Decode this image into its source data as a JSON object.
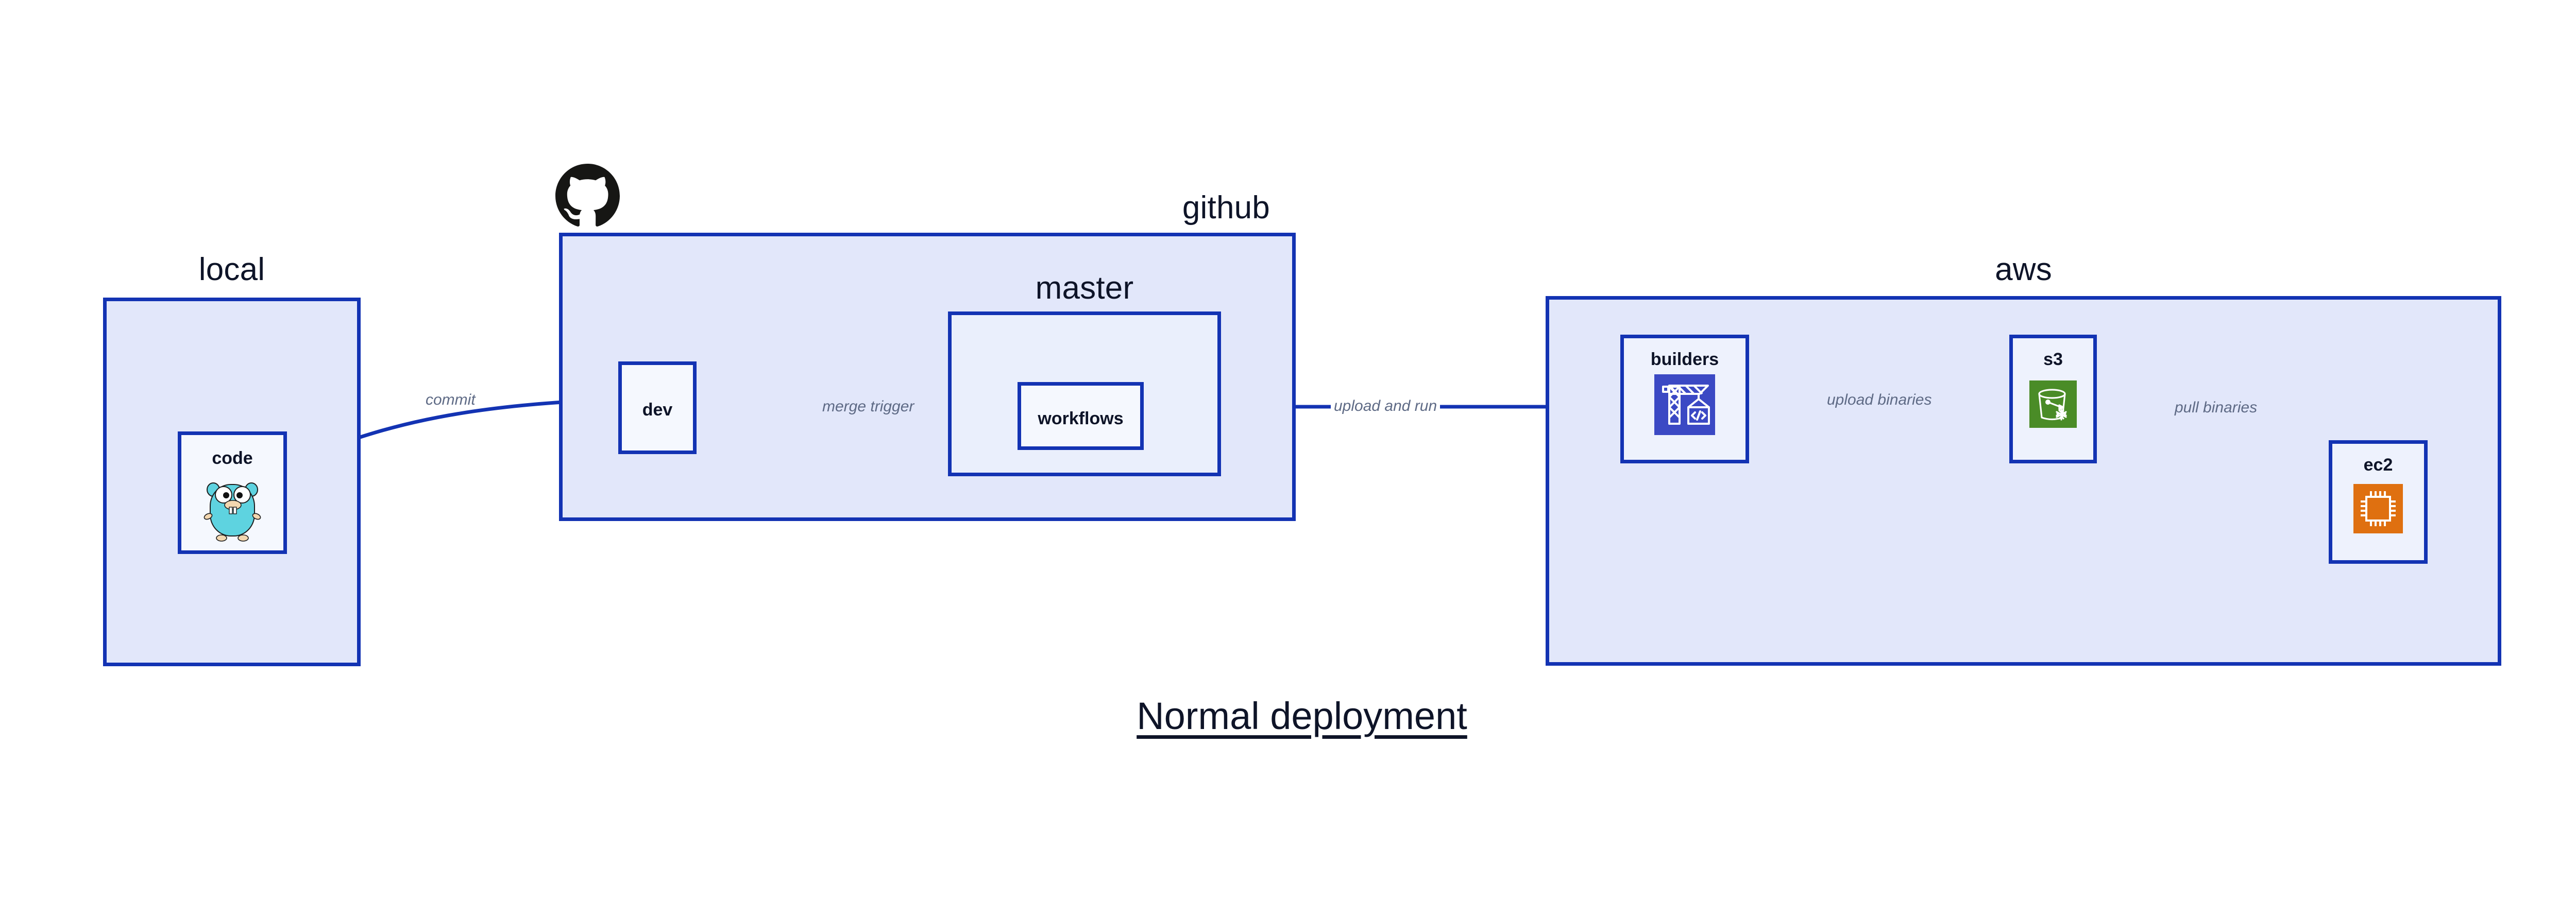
{
  "diagram": {
    "title": "Normal deployment",
    "accent_border": "#1333b3",
    "group_fill": "#e2e7fa",
    "node_fill": "#eef2fd",
    "edge_label_color": "#5e6a85",
    "text_color": "#0e1428"
  },
  "groups": [
    {
      "id": "local",
      "label": "local",
      "label_align": "center"
    },
    {
      "id": "github",
      "label": "github",
      "label_align": "right"
    },
    {
      "id": "master",
      "label": "master",
      "label_align": "center"
    },
    {
      "id": "aws",
      "label": "aws",
      "label_align": "center"
    }
  ],
  "nodes": [
    {
      "id": "code",
      "label": "code",
      "icon": "go-gopher-icon",
      "icon_color": "#5ed3e0"
    },
    {
      "id": "dev",
      "label": "dev",
      "icon": null,
      "icon_color": null
    },
    {
      "id": "workflows",
      "label": "workflows",
      "icon": null,
      "icon_color": null
    },
    {
      "id": "builders",
      "label": "builders",
      "icon": "aws-codebuild-crane-icon",
      "icon_color": "#3b49c4"
    },
    {
      "id": "s3",
      "label": "s3",
      "icon": "aws-s3-glacier-bucket-icon",
      "icon_color": "#4a8c27"
    },
    {
      "id": "ec2",
      "label": "ec2",
      "icon": "aws-ec2-chip-icon",
      "icon_color": "#df7010"
    }
  ],
  "edges": [
    {
      "id": "code-to-dev",
      "from": "code",
      "to": "dev",
      "label": "commit"
    },
    {
      "id": "dev-to-workflows",
      "from": "dev",
      "to": "workflows",
      "label": "merge trigger"
    },
    {
      "id": "workflows-to-builders",
      "from": "workflows",
      "to": "builders",
      "label": "upload and run"
    },
    {
      "id": "builders-to-s3",
      "from": "builders",
      "to": "s3",
      "label": "upload binaries"
    },
    {
      "id": "s3-to-ec2",
      "from": "s3",
      "to": "ec2",
      "label": "pull binaries"
    }
  ],
  "logos": [
    {
      "id": "github-logo",
      "icon": "github-mark-icon",
      "color": "#161614"
    }
  ]
}
